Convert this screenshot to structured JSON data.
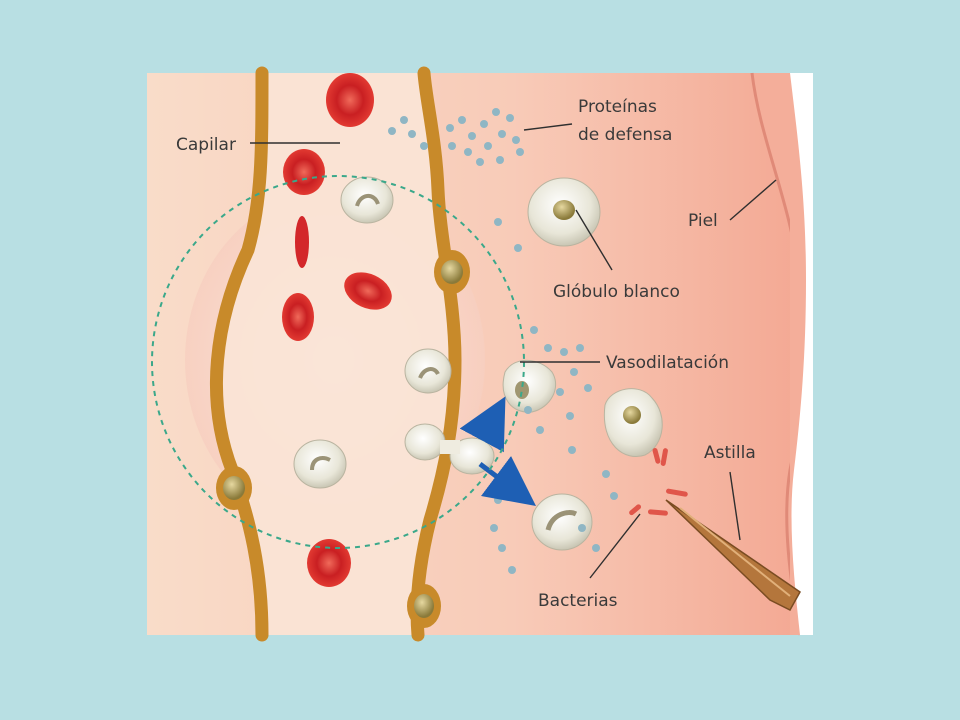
{
  "labels": {
    "capilar": "Capilar",
    "proteinas_line1": "Proteínas",
    "proteinas_line2": "de defensa",
    "piel": "Piel",
    "globulo_blanco": "Glóbulo blanco",
    "vasodilatacion": "Vasodilatación",
    "astilla": "Astilla",
    "bacterias": "Bacterias"
  },
  "colors": {
    "background": "#b8dfe3",
    "tissue": "#f6cdbb",
    "skin": "#f0a38f",
    "vessel_wall": "#c88a2a",
    "red_cell": "#d9262a",
    "white_cell": "#ece9dc",
    "protein_dot": "#8fb6c4",
    "arrow": "#1e5fb4",
    "circle": "#3aa88a"
  }
}
